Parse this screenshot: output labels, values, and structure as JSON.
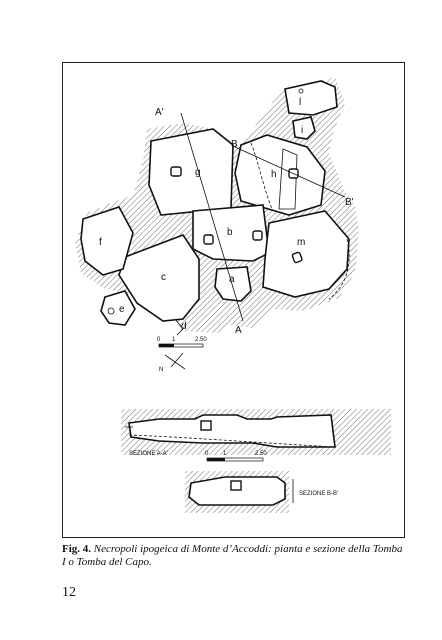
{
  "figure": {
    "plan_labels": {
      "A_prime": "A'",
      "A": "A",
      "B": "B",
      "B_prime": "B'",
      "rooms": [
        "a",
        "b",
        "c",
        "d",
        "e",
        "f",
        "g",
        "h",
        "i",
        "l",
        "m"
      ]
    },
    "scale_bar": {
      "zero": "0",
      "one": "1",
      "end": "2.50"
    },
    "north": "N",
    "section_a_label": "SEZIONE A-A'",
    "section_b_label": "SEZIONE B-B'",
    "section_scale": {
      "zero": "0",
      "one": "1",
      "end": "2.50"
    }
  },
  "caption": {
    "label": "Fig. 4.",
    "text": " Necropoli ipogeica di Monte d’Accoddi: pianta e sezione della Tomba I o Tomba del Capo."
  },
  "page_number": "12"
}
